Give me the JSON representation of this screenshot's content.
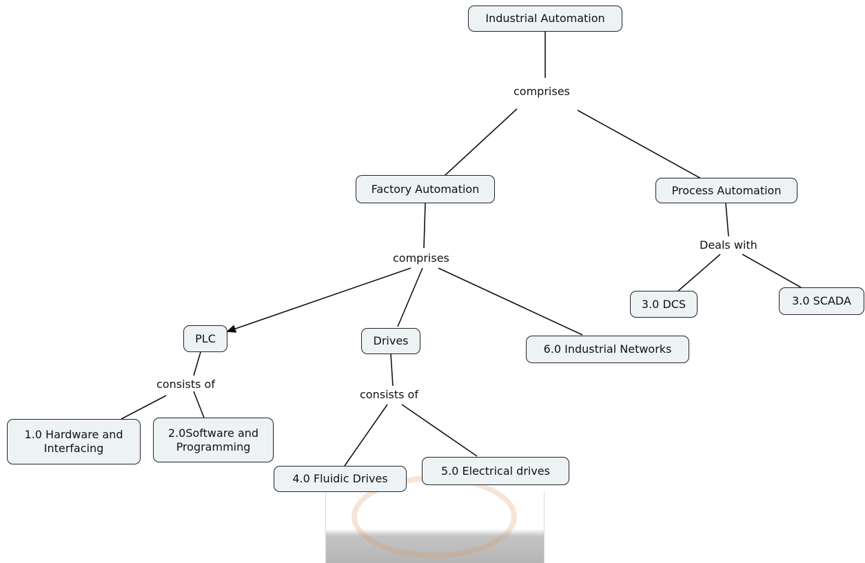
{
  "nodes": {
    "industrial": "Industrial Automation",
    "factory": "Factory Automation",
    "process": "Process Automation",
    "plc": "PLC",
    "drives": "Drives",
    "networks": "6.0 Industrial Networks",
    "dcs": "3.0 DCS",
    "scada": "3.0 SCADA",
    "hardware": "1.0 Hardware and\nInterfacing",
    "software": "2.0Software and\nProgramming",
    "fluidic": "4.0 Fluidic Drives",
    "electrical": "5.0 Electrical drives"
  },
  "links": {
    "comprises_top": "comprises",
    "comprises_factory": "comprises",
    "deals_with": "Deals with",
    "consists_plc": "consists of",
    "consists_drives": "consists of"
  },
  "colors": {
    "node_fill": "#edf2f4",
    "line": "#111111"
  }
}
